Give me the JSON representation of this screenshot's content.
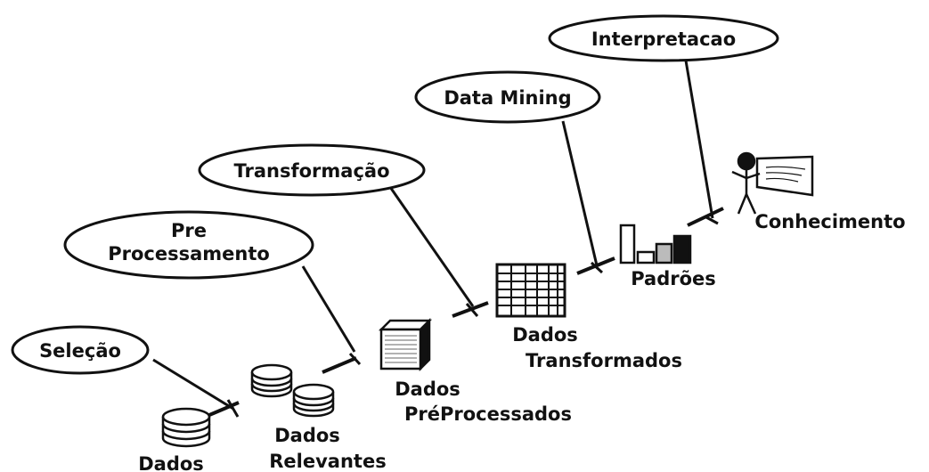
{
  "colors": {
    "ink": "#111111",
    "paper": "#ffffff",
    "gray": "#bbbbbb"
  },
  "steps": [
    {
      "label": "Seleção"
    },
    {
      "label_line1": "Pre",
      "label_line2": "Processamento"
    },
    {
      "label": "Transformação"
    },
    {
      "label": "Data Mining"
    },
    {
      "label": "Interpretacao"
    }
  ],
  "artifacts": [
    {
      "label": "Dados",
      "icon": "database-icon"
    },
    {
      "label_line1": "Dados",
      "label_line2": "Relevantes",
      "icon": "databases-icon"
    },
    {
      "label_line1": "Dados",
      "label_line2": "PréProcessados",
      "icon": "document-box-icon"
    },
    {
      "label_line1": "Dados",
      "label_line2": "Transformados",
      "icon": "table-grid-icon"
    },
    {
      "label": "Padrões",
      "icon": "bar-chart-icon"
    },
    {
      "label": "Conhecimento",
      "icon": "person-presentation-icon"
    }
  ]
}
